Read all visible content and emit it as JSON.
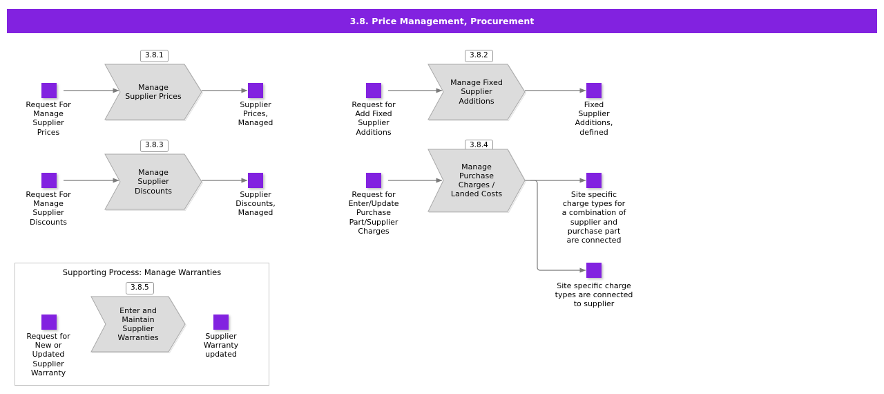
{
  "header": {
    "title": "3.8. Price Management, Procurement",
    "background_color": "#8222e0",
    "text_color": "#ffffff"
  },
  "theme": {
    "event_color": "#8222e0",
    "process_fill": "#dcdcdc",
    "process_stroke": "#a0a0a0",
    "connector_color": "#808080",
    "box_border": "#c6c6c6"
  },
  "processes": [
    {
      "id": "3.8.1",
      "name": "Manage\nSupplier Prices",
      "input_label": "Request For\nManage\nSupplier\nPrices",
      "outputs": [
        "Supplier\nPrices,\nManaged"
      ]
    },
    {
      "id": "3.8.2",
      "name": "Manage Fixed\nSupplier\nAdditions",
      "input_label": "Request for\nAdd Fixed\nSupplier\nAdditions",
      "outputs": [
        "Fixed\nSupplier\nAdditions,\ndefined"
      ]
    },
    {
      "id": "3.8.3",
      "name": "Manage\nSupplier\nDiscounts",
      "input_label": "Request For\nManage\nSupplier\nDiscounts",
      "outputs": [
        "Supplier\nDiscounts,\nManaged"
      ]
    },
    {
      "id": "3.8.4",
      "name": "Manage\nPurchase\nCharges /\nLanded Costs",
      "input_label": "Request for\nEnter/Update\nPurchase\nPart/Supplier\nCharges",
      "outputs": [
        "Site specific\ncharge types for\na combination of\nsupplier and\npurchase part\nare connected",
        "Site specific charge\ntypes are connected\nto supplier"
      ]
    },
    {
      "id": "3.8.5",
      "name": "Enter and\nMaintain\nSupplier\nWarranties",
      "input_label": "Request for\nNew or\nUpdated\nSupplier\nWarranty",
      "outputs": [
        "Supplier\nWarranty\nupdated"
      ]
    }
  ],
  "supporting_process": {
    "title": "Supporting Process: Manage Warranties",
    "process_id": "3.8.5"
  }
}
